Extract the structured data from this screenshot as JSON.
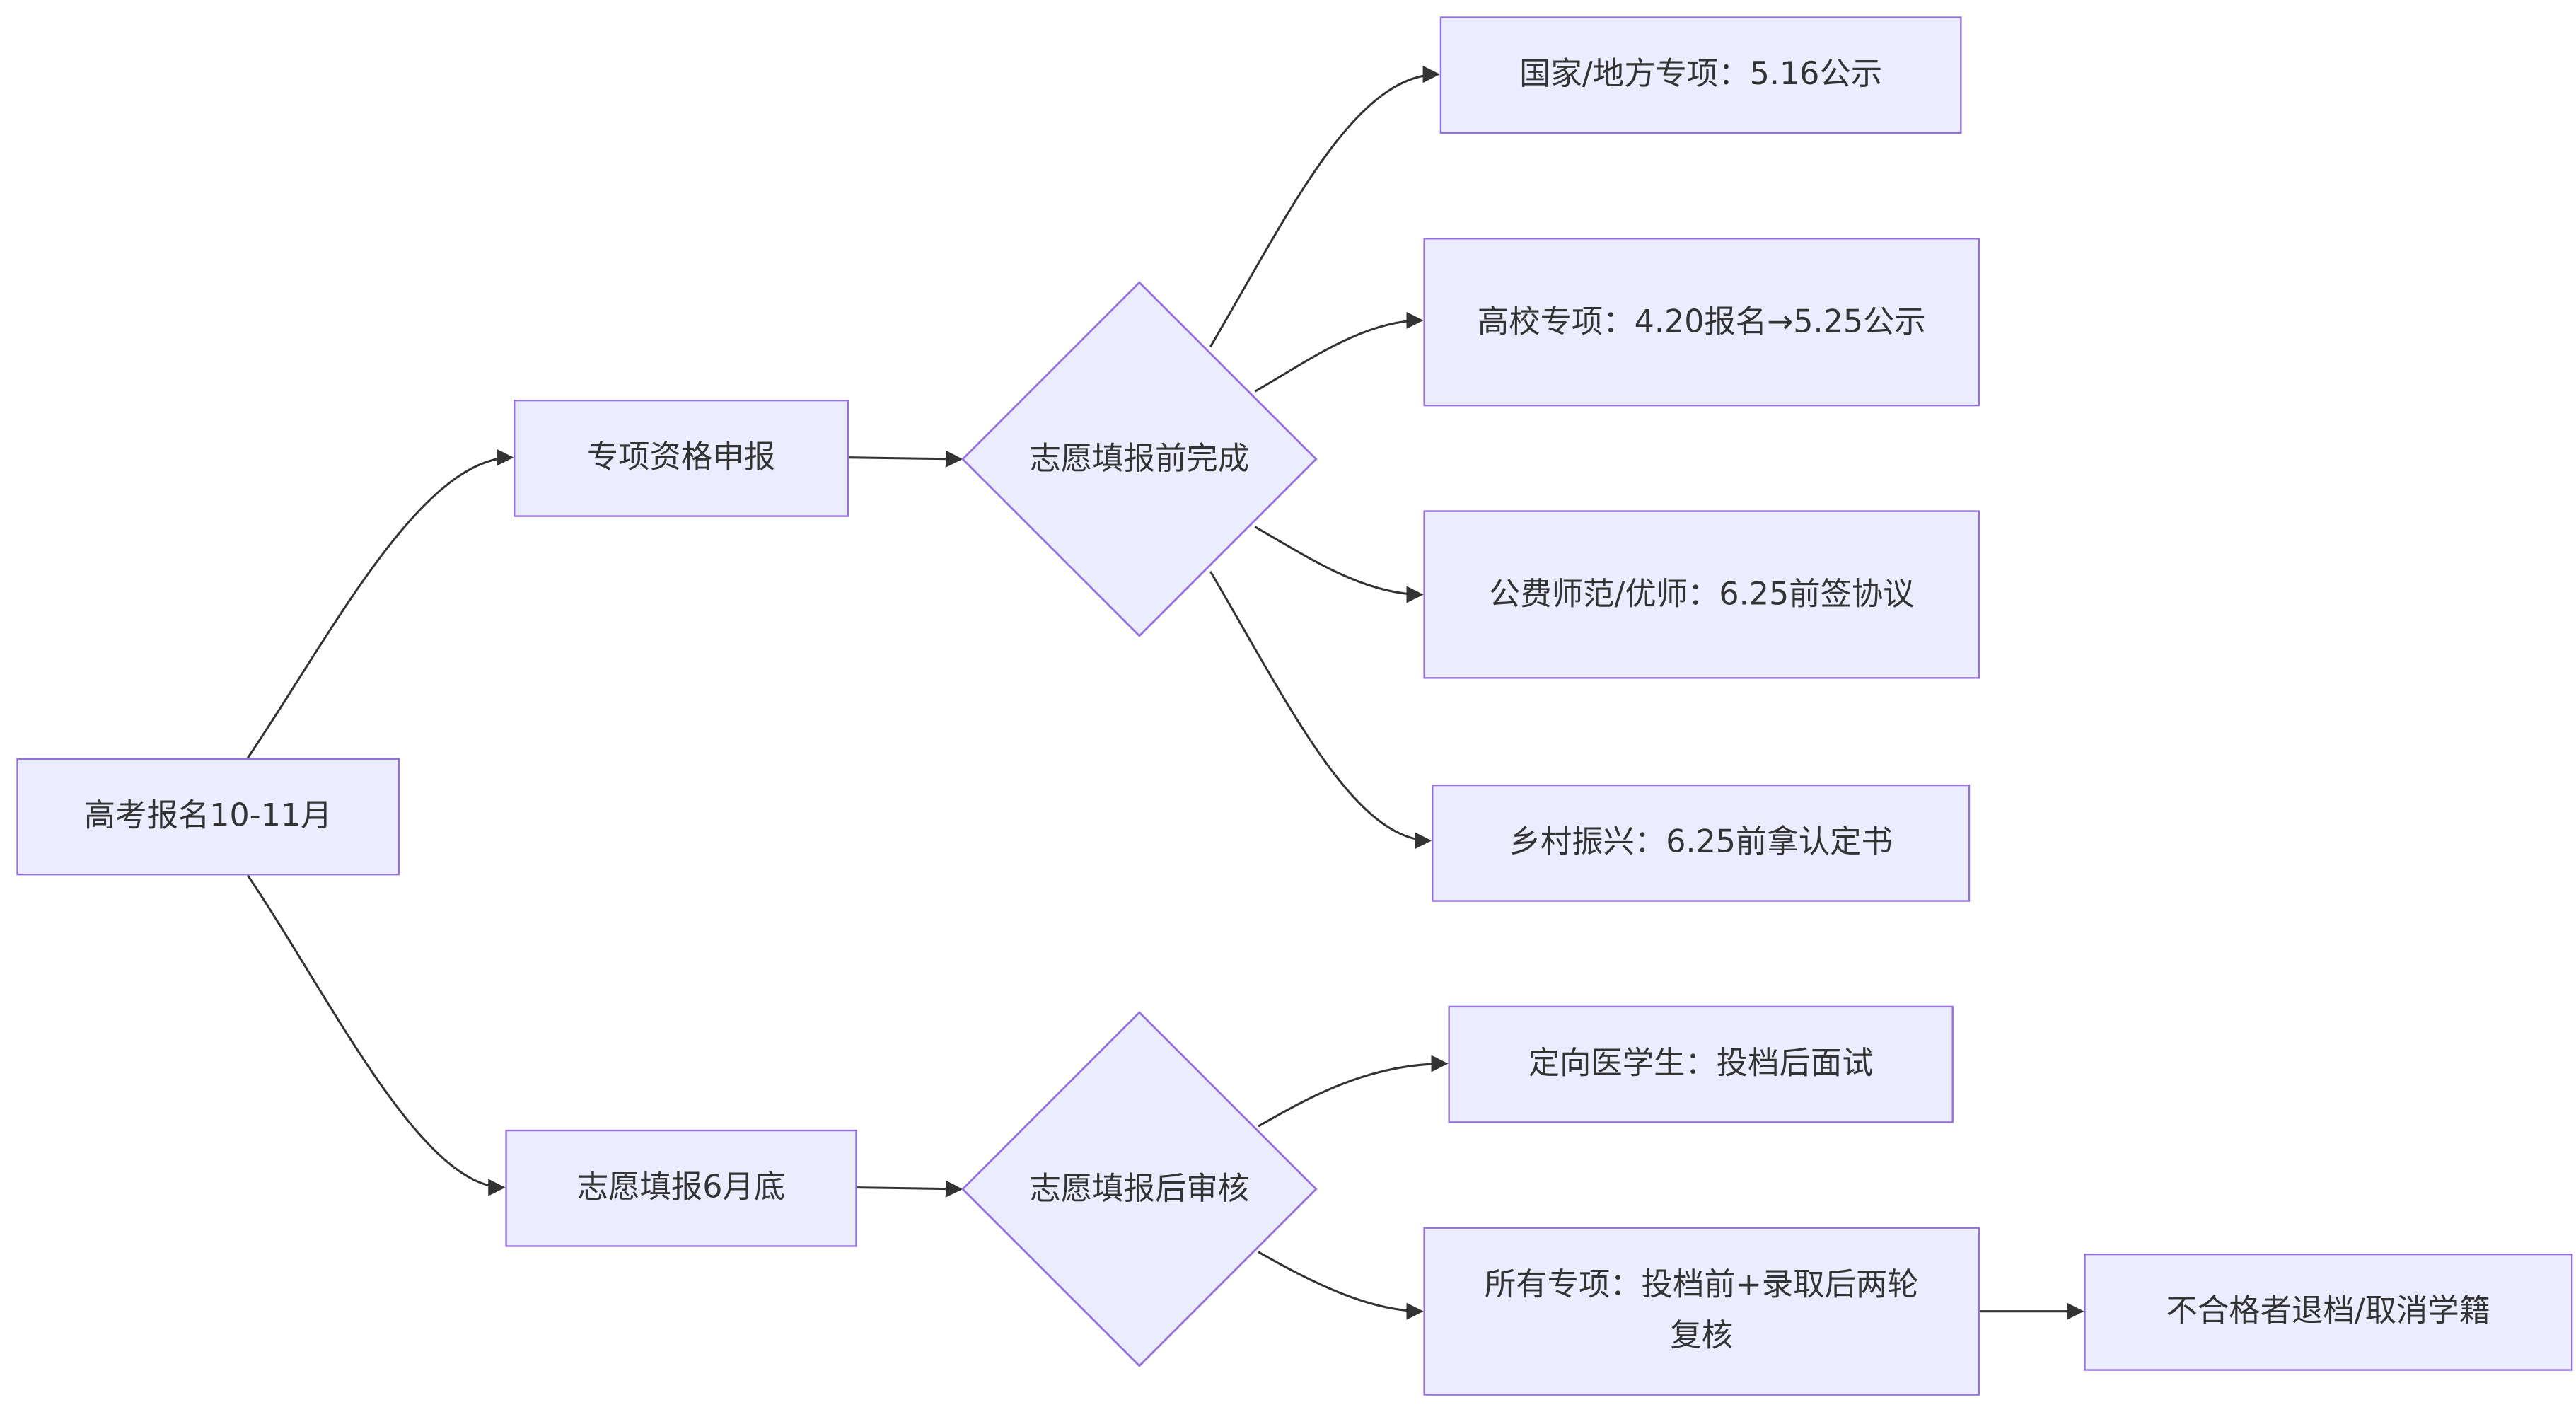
{
  "nodes": {
    "gaokao": "高考报名10-11月",
    "qualification": "专项资格申报",
    "before_fill": "志愿填报前完成",
    "national": "国家/地方专项：5.16公示",
    "college": "高校专项：4.20报名→5.25公示",
    "normal": "公费师范/优师：6.25前签协议",
    "rural": "乡村振兴：6.25前拿认定书",
    "fill_june": "志愿填报6月底",
    "after_fill": "志愿填报后审核",
    "medical": "定向医学生：投档后面试",
    "all_special": "所有专项：投档前+录取后两轮复核",
    "unqualified": "不合格者退档/取消学籍"
  },
  "colors": {
    "node_fill": "#ECECFF",
    "node_border": "#9370DB",
    "edge": "#333333",
    "text": "#333333"
  }
}
